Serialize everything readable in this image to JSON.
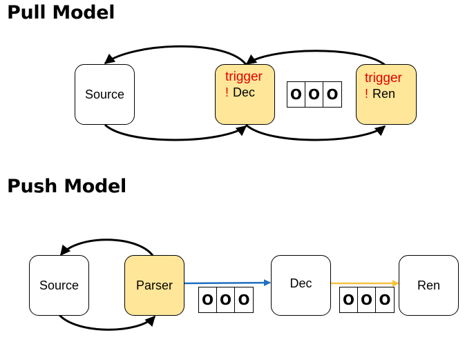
{
  "pull_model": {
    "title": "Pull Model",
    "source_label": "Source",
    "dec": {
      "trigger": "trigger",
      "mark": "!",
      "label": "Dec"
    },
    "ren": {
      "trigger": "trigger",
      "mark": "!",
      "label": "Ren"
    },
    "queue": [
      "O",
      "O",
      "O"
    ]
  },
  "push_model": {
    "title": "Push Model",
    "source_label": "Source",
    "parser_label": "Parser",
    "dec_label": "Dec",
    "ren_label": "Ren",
    "queue1": [
      "O",
      "O",
      "O"
    ],
    "queue2": [
      "O",
      "O",
      "O"
    ]
  },
  "colors": {
    "highlight_fill": "#ffe699",
    "trigger_text": "#e00000",
    "arrow_parser_to_dec": "#1f6fbf",
    "arrow_dec_to_ren": "#f5c242"
  }
}
